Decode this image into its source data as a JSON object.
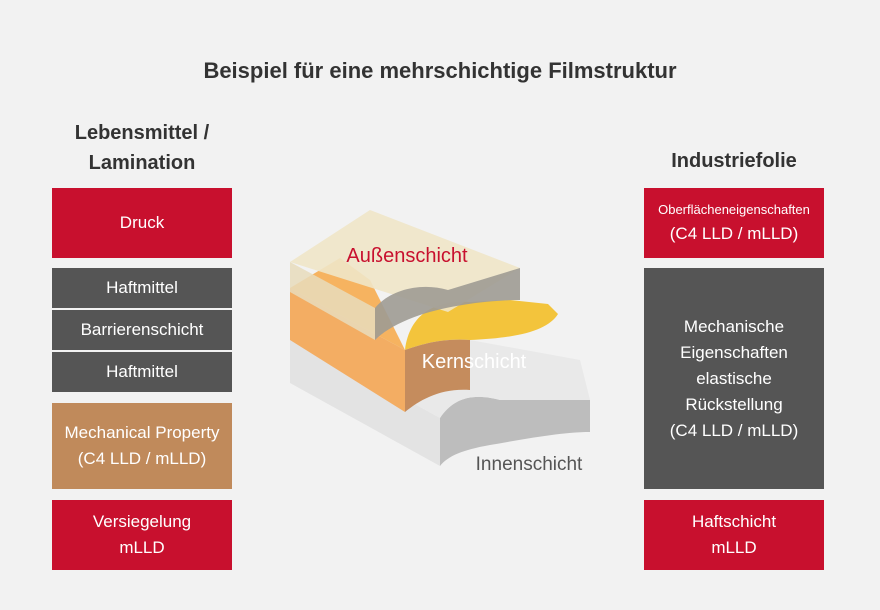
{
  "title": "Beispiel für eine mehrschichtige Filmstruktur",
  "left_column": {
    "heading_line1": "Lebensmittel /",
    "heading_line2": "Lamination",
    "layers": [
      {
        "line1": "Druck",
        "line2": ""
      },
      {
        "line1": "Haftmittel",
        "line2": ""
      },
      {
        "line1": "Barrierenschicht",
        "line2": ""
      },
      {
        "line1": "Haftmittel",
        "line2": ""
      },
      {
        "line1": "Mechanical Property",
        "line2": "(C4 LLD / mLLD)"
      },
      {
        "line1": "Versiegelung",
        "line2": "mLLD"
      }
    ]
  },
  "right_column": {
    "heading": "Industriefolie",
    "layers": [
      {
        "line1": "Oberflächeneigenschaften",
        "line2": "(C4 LLD / mLLD)"
      },
      {
        "line1": "Mechanische",
        "line2": "Eigenschaften",
        "line3": "elastische",
        "line4": "Rückstellung",
        "line5": "(C4 LLD / mLLD)"
      },
      {
        "line1": "Haftschicht",
        "line2": "mLLD"
      }
    ]
  },
  "diagram": {
    "outer_label": "Außenschicht",
    "core_label": "Kernschicht",
    "inner_label": "Innenschicht"
  },
  "colors": {
    "red": "#c8102e",
    "dark_gray": "#555555",
    "tan": "#c08a5b",
    "outer_layer": "#efe6c8",
    "core_layer": "#f3c43c",
    "inner_layer": "#d9d9d9"
  }
}
